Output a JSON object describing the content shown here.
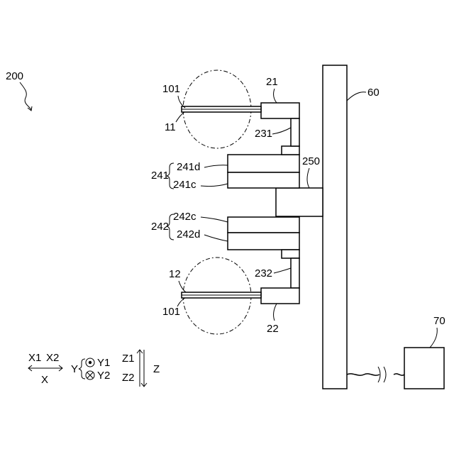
{
  "labels": {
    "figure_ref": "200",
    "base_plate": "60",
    "controller": "70",
    "arm_upper": "21",
    "arm_lower": "22",
    "link_upper": "231",
    "link_lower": "232",
    "hub": "250",
    "unit_upper": "241",
    "unit_upper_d": "241d",
    "unit_upper_c": "241c",
    "unit_lower": "242",
    "unit_lower_c": "242c",
    "unit_lower_d": "242d",
    "zone_upper": "101",
    "zone_lower": "101",
    "rod_upper": "11",
    "rod_lower": "12"
  },
  "axes": {
    "x1": "X1",
    "x2": "X2",
    "x": "X",
    "y": "Y",
    "y1": "Y1",
    "y2": "Y2",
    "z1": "Z1",
    "z2": "Z2",
    "z": "Z"
  }
}
